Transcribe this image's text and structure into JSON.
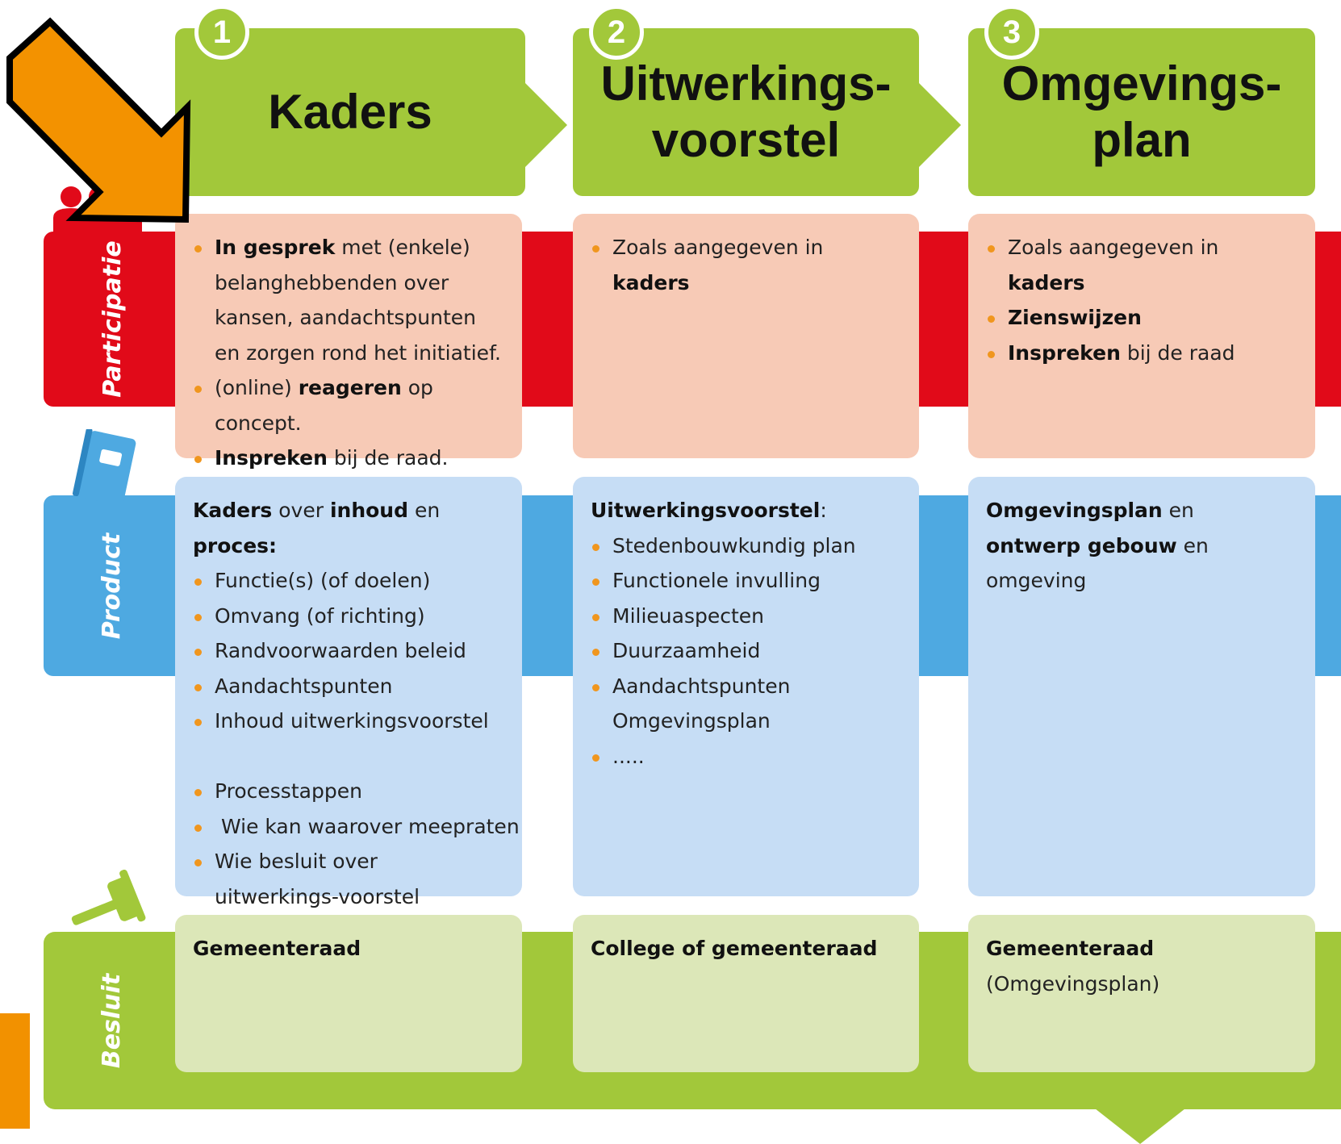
{
  "steps": [
    {
      "number": "1",
      "title_line1": "Kaders",
      "title_line2": ""
    },
    {
      "number": "2",
      "title_line1": "Uitwerkings-",
      "title_line2": "voorstel"
    },
    {
      "number": "3",
      "title_line1": "Omgevings-",
      "title_line2": "plan"
    }
  ],
  "rows": {
    "participatie": "Participatie",
    "product": "Product",
    "besluit": "Besluit"
  },
  "participatie": {
    "col1": {
      "i1_bold": "In gesprek",
      "i1_text": " met (enkele) belanghebbenden over kansen, aandachtspunten en zorgen rond het initiatief.",
      "i2_pre": "(online) ",
      "i2_bold": "reageren",
      "i2_post": " op concept.",
      "i3_bold": "Inspreken",
      "i3_post": " bij de raad."
    },
    "col2": {
      "i1_pre": "Zoals aangegeven in ",
      "i1_bold": "kaders"
    },
    "col3": {
      "i1_pre": "Zoals aangegeven in ",
      "i1_bold": "kaders",
      "i2_bold": "Zienswijzen",
      "i3_bold": "Inspreken",
      "i3_post": " bij de raad"
    }
  },
  "product": {
    "col1": {
      "h_b1": "Kaders",
      "h_t1": " over ",
      "h_b2": "inhoud",
      "h_t2": " en ",
      "h_b3": "proces:",
      "items": [
        "Functie(s) (of doelen)",
        "Omvang (of richting)",
        "Randvoorwaarden beleid",
        "Aandachtspunten",
        "Inhoud uitwerkingsvoorstel"
      ],
      "items2": [
        "Processtappen",
        " Wie kan waarover meepraten",
        "Wie besluit over uitwerkings-voorstel"
      ]
    },
    "col2": {
      "h_bold": "Uitwerkingsvoorstel",
      "h_post": ":",
      "items": [
        "Stedenbouwkundig plan",
        "Functionele invulling",
        "Milieuaspecten",
        "Duurzaamheid",
        "Aandachtspunten Omgevingsplan",
        "....."
      ]
    },
    "col3": {
      "b1": "Omgevingsplan",
      "t1": " en ",
      "b2": "ontwerp gebouw",
      "t2": " en omgeving"
    }
  },
  "besluit": {
    "col1": "Gemeenteraad",
    "col2": "College of gemeenteraad",
    "col3": "Gemeenteraad",
    "col3_sub": "(Omgevingsplan)"
  },
  "colors": {
    "green": "#a2c83a",
    "red": "#e10a19",
    "blue": "#4ea9e1",
    "orange": "#f29100",
    "pink_cell": "#f7cab6",
    "blue_cell": "#c6ddf5",
    "green_cell": "#dce7b8"
  }
}
